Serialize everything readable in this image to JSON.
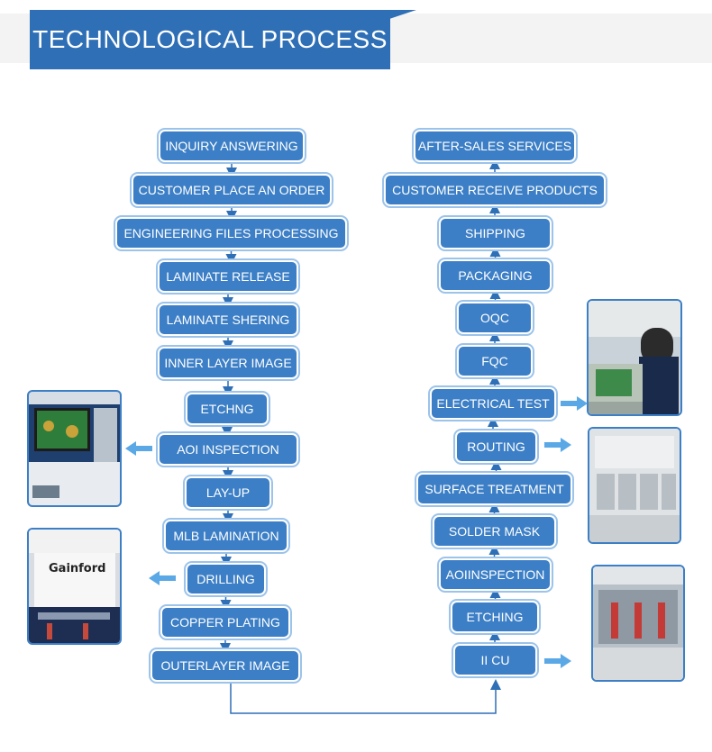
{
  "header": {
    "title": "TECHNOLOGICAL PROCESS"
  },
  "left_steps": [
    "INQUIRY ANSWERING",
    "CUSTOMER PLACE AN ORDER",
    "ENGINEERING FILES PROCESSING",
    "LAMINATE RELEASE",
    "LAMINATE SHERING",
    "INNER LAYER IMAGE",
    "ETCHNG",
    "AOI INSPECTION",
    "LAY-UP",
    "MLB LAMINATION",
    "DRILLING",
    "COPPER PLATING",
    "OUTERLAYER IMAGE"
  ],
  "right_steps": [
    "AFTER-SALES SERVICES",
    "CUSTOMER RECEIVE PRODUCTS",
    "SHIPPING",
    "PACKAGING",
    "OQC",
    "FQC",
    "ELECTRICAL TEST",
    "ROUTING",
    "SURFACE TREATMENT",
    "SOLDER MASK",
    "AOIINSPECTION",
    "ETCHING",
    "II CU"
  ],
  "photos": {
    "drilling_machine_brand": "Gainford"
  },
  "colors": {
    "box": "#3c7fc6",
    "title": "#2f6fb6",
    "connector": "#2f6fb6",
    "pointer_arrow": "#5aa8e6"
  }
}
